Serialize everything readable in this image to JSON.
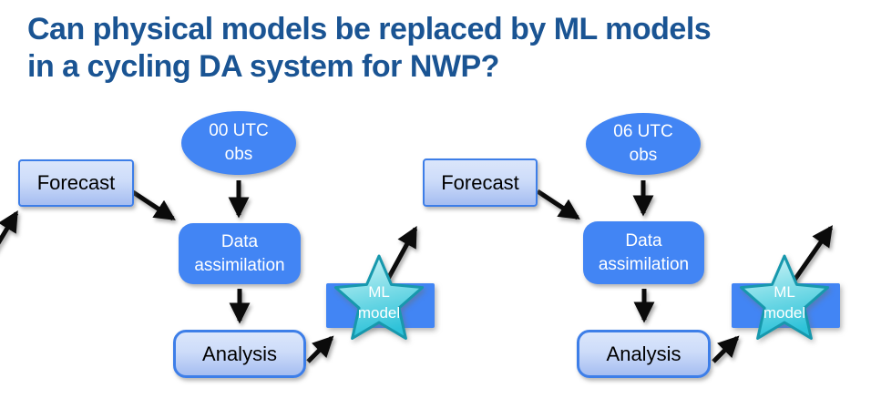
{
  "title": {
    "line1": "Can physical models be replaced by ML models",
    "line2": "in a cycling DA system for NWP?"
  },
  "diagram": {
    "cycles": [
      {
        "name": "cycle-00utc",
        "forecast_label": "Forecast",
        "obs_label": "00 UTC\nobs",
        "da_label": "Data\nassimilation",
        "analysis_label": "Analysis",
        "ml_label": "ML\nmodel"
      },
      {
        "name": "cycle-06utc",
        "forecast_label": "Forecast",
        "obs_label": "06 UTC\nobs",
        "da_label": "Data\nassimilation",
        "analysis_label": "Analysis",
        "ml_label": "ML\nmodel"
      }
    ],
    "colors": {
      "title_text": "#1A5493",
      "solid_blue": "#4285F4",
      "light_box_border": "#3D7EE8",
      "light_box_fill_top": "#DBE6FB",
      "light_box_fill_bottom": "#A5BDF1",
      "star_fill_light": "#D9F6F8",
      "star_fill_dark": "#2EC2D9",
      "star_border": "#1798AD",
      "arrow": "#000000"
    }
  }
}
